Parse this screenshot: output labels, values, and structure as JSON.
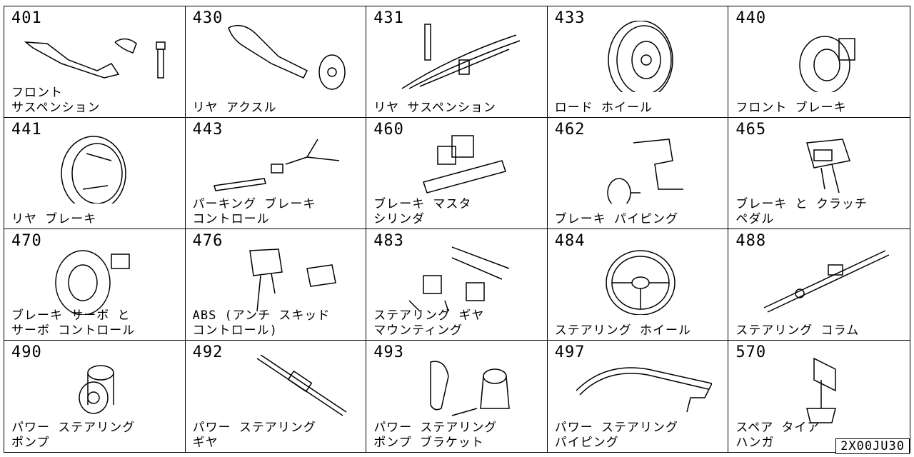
{
  "cells": [
    {
      "code": "401",
      "label": "フロント\nサスペンション",
      "icon": "front-suspension-icon"
    },
    {
      "code": "430",
      "label": "リヤ アクスル",
      "icon": "rear-axle-icon"
    },
    {
      "code": "431",
      "label": "リヤ サスペンション",
      "icon": "rear-suspension-icon"
    },
    {
      "code": "433",
      "label": "ロード ホイール",
      "icon": "road-wheel-icon"
    },
    {
      "code": "440",
      "label": "フロント ブレーキ",
      "icon": "front-brake-icon"
    },
    {
      "code": "441",
      "label": "リヤ ブレーキ",
      "icon": "rear-brake-icon"
    },
    {
      "code": "443",
      "label": "パーキング ブレーキ\nコントロール",
      "icon": "parking-brake-control-icon"
    },
    {
      "code": "460",
      "label": "ブレーキ マスタ\nシリンダ",
      "icon": "brake-master-cylinder-icon"
    },
    {
      "code": "462",
      "label": "ブレーキ パイピング",
      "icon": "brake-piping-icon"
    },
    {
      "code": "465",
      "label": "ブレーキ と クラッチ\nペダル",
      "icon": "pedal-icon"
    },
    {
      "code": "470",
      "label": "ブレーキ サーボ と\nサーボ コントロール",
      "icon": "brake-servo-icon"
    },
    {
      "code": "476",
      "label": "ABS (アンチ スキッド\nコントロール)",
      "icon": "abs-unit-icon"
    },
    {
      "code": "483",
      "label": "ステアリング ギヤ\nマウンティング",
      "icon": "steering-gear-mounting-icon"
    },
    {
      "code": "484",
      "label": "ステアリング ホイール",
      "icon": "steering-wheel-icon"
    },
    {
      "code": "488",
      "label": "ステアリング コラム",
      "icon": "steering-column-icon"
    },
    {
      "code": "490",
      "label": "パワー ステアリング\nポンプ",
      "icon": "power-steering-pump-icon"
    },
    {
      "code": "492",
      "label": "パワー ステアリング\nギヤ",
      "icon": "power-steering-gear-icon"
    },
    {
      "code": "493",
      "label": "パワー ステアリング\nポンプ ブラケット",
      "icon": "pump-bracket-icon"
    },
    {
      "code": "497",
      "label": "パワー ステアリング\nパイピング",
      "icon": "power-steering-piping-icon"
    },
    {
      "code": "570",
      "label": "スペア タイア\nハンガ",
      "icon": "spare-tire-hanger-icon"
    }
  ],
  "reference_code": "2X00JU30"
}
